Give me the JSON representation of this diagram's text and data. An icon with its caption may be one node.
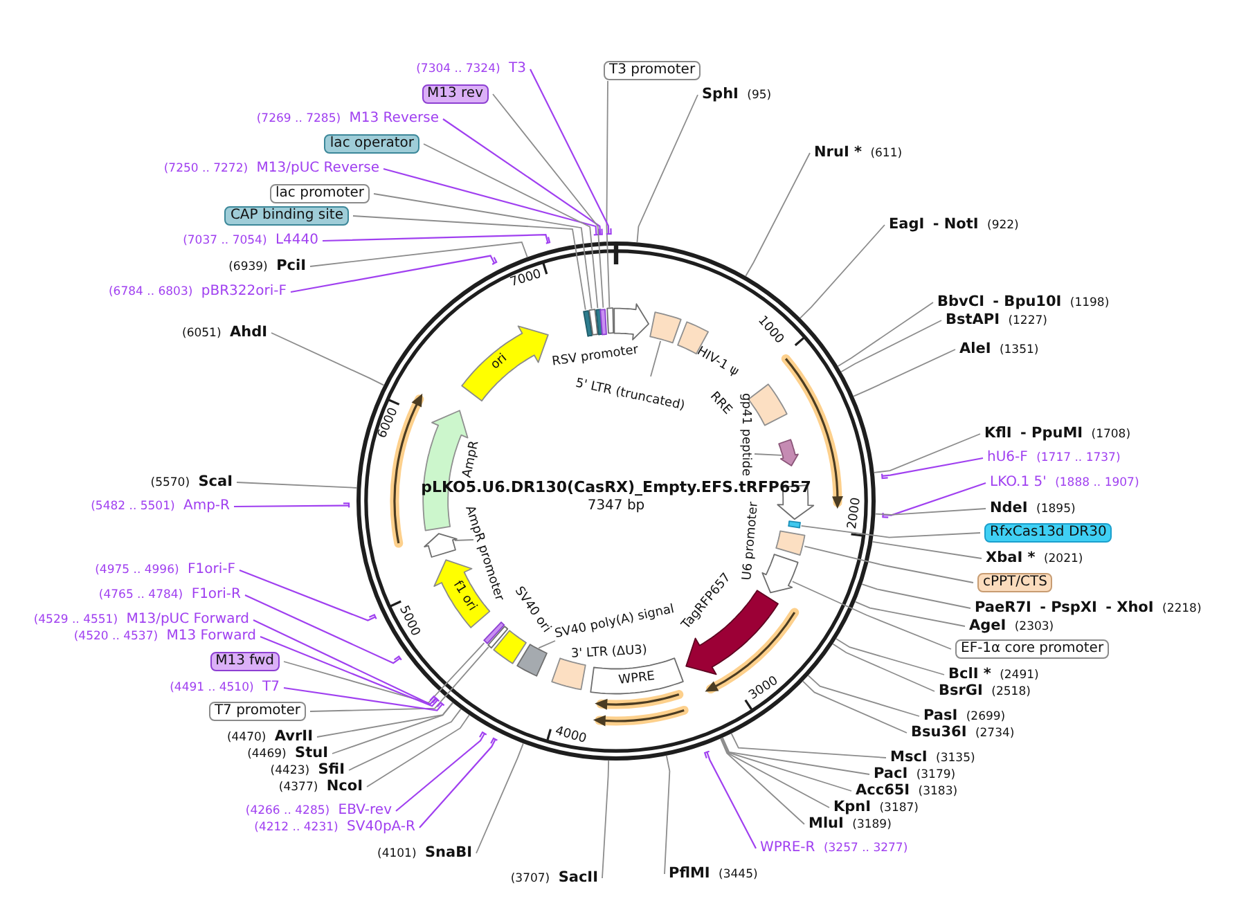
{
  "diagram": {
    "title": "pLKO5.U6.DR130(CasRX)_Empty.EFS.tRFP657",
    "nodes": [
      {
        "text": [
          "T3 promoter"
        ]
      },
      {
        "text": [
          "SphI",
          "(95)"
        ]
      },
      {
        "text": [
          "NruI *",
          "(611)"
        ]
      },
      {
        "text": [
          "EagI",
          "- NotI",
          "(922)"
        ]
      },
      {
        "text": [
          "BbvCI",
          "- Bpu10I",
          "(1198)"
        ]
      },
      {
        "text": [
          "BstAPI",
          "(1227)"
        ]
      },
      {
        "text": [
          "AleI",
          "(1351)"
        ]
      },
      {
        "text": [
          "KflI",
          "- PpuMI",
          "(1708)"
        ]
      },
      {
        "text": [
          "hU6-F",
          "(1717 .. 1737)"
        ]
      },
      {
        "text": [
          "LKO.1 5'",
          "(1888 .. 1907)"
        ]
      },
      {
        "text": [
          "NdeI",
          "(1895)"
        ]
      },
      {
        "text": [
          "RfxCas13d DR30"
        ]
      },
      {
        "text": [
          "XbaI *",
          "(2021)"
        ]
      },
      {
        "text": [
          "cPPT/CTS"
        ]
      },
      {
        "text": [
          "PaeR7I",
          "- PspXI",
          "- XhoI",
          "(2218)"
        ]
      },
      {
        "text": [
          "AgeI",
          "(2303)"
        ]
      },
      {
        "text": [
          "EF-1α core promoter"
        ]
      },
      {
        "text": [
          "BclI *",
          "(2491)"
        ]
      },
      {
        "text": [
          "BsrGI",
          "(2518)"
        ]
      },
      {
        "text": [
          "PasI",
          "(2699)"
        ]
      },
      {
        "text": [
          "Bsu36I",
          "(2734)"
        ]
      },
      {
        "text": [
          "MscI",
          "(3135)"
        ]
      },
      {
        "text": [
          "PacI",
          "(3179)"
        ]
      },
      {
        "text": [
          "Acc65I",
          "(3183)"
        ]
      },
      {
        "text": [
          "KpnI",
          "(3187)"
        ]
      },
      {
        "text": [
          "MluI",
          "(3189)"
        ]
      },
      {
        "text": [
          "WPRE-R",
          "(3257 .. 3277)"
        ]
      },
      {
        "text": [
          "PflMI",
          "(3445)"
        ]
      },
      {
        "text": [
          "(3707)",
          "SacII"
        ]
      },
      {
        "text": [
          "(4101)",
          "SnaBI"
        ]
      },
      {
        "text": [
          "(4212 .. 4231)",
          "SV40pA-R"
        ]
      },
      {
        "text": [
          "(4266 .. 4285)",
          "EBV-rev"
        ]
      },
      {
        "text": [
          "(4377)",
          "NcoI"
        ]
      },
      {
        "text": [
          "(4423)",
          "SfiI"
        ]
      },
      {
        "text": [
          "(4469)",
          "StuI"
        ]
      },
      {
        "text": [
          "(4470)",
          "AvrII"
        ]
      },
      {
        "text": [
          "T7 promoter"
        ]
      },
      {
        "text": [
          "(4491 .. 4510)",
          "T7"
        ]
      },
      {
        "text": [
          "M13 fwd"
        ]
      },
      {
        "text": [
          "(4520 .. 4537)",
          "M13 Forward"
        ]
      },
      {
        "text": [
          "(4529 .. 4551)",
          "M13/pUC Forward"
        ]
      },
      {
        "text": [
          "(4765 .. 4784)",
          "F1ori-R"
        ]
      },
      {
        "text": [
          "(4975 .. 4996)",
          "F1ori-F"
        ]
      },
      {
        "text": [
          "(5482 .. 5501)",
          "Amp-R"
        ]
      },
      {
        "text": [
          "(5570)",
          "ScaI"
        ]
      },
      {
        "text": [
          "(6051)",
          "AhdI"
        ]
      },
      {
        "text": [
          "(6784 .. 6803)",
          "pBR322ori-F"
        ]
      },
      {
        "text": [
          "(6939)",
          "PciI"
        ]
      },
      {
        "text": [
          "(7037 .. 7054)",
          "L4440"
        ]
      },
      {
        "text": [
          "CAP binding site"
        ]
      },
      {
        "text": [
          "lac promoter"
        ]
      },
      {
        "text": [
          "(7250 .. 7272)",
          "M13/pUC Reverse"
        ]
      },
      {
        "text": [
          "lac operator"
        ]
      },
      {
        "text": [
          "(7269 .. 7285)",
          "M13 Reverse"
        ]
      },
      {
        "text": [
          "M13 rev"
        ]
      },
      {
        "text": [
          "(7304 .. 7324)",
          "T3"
        ]
      },
      {
        "text": [
          "RSV promoter"
        ]
      },
      {
        "text": [],
        "shape": "box"
      },
      {
        "text": [
          "5' LTR (truncated)"
        ]
      },
      {
        "text": [
          "HIV-1 ψ"
        ]
      },
      {
        "text": [
          "RRE"
        ]
      },
      {
        "text": [],
        "shape": "arrow"
      },
      {
        "text": [
          "gp41 peptide"
        ]
      },
      {
        "text": [
          "U6 promoter"
        ]
      },
      {
        "text": [],
        "shape": "box"
      },
      {
        "text": [],
        "shape": "box"
      },
      {
        "text": [],
        "shape": "arrow"
      },
      {
        "text": [
          "TagRFP657"
        ]
      },
      {
        "text": [
          "WPRE"
        ]
      },
      {
        "text": [
          "3' LTR (ΔU3)"
        ]
      },
      {
        "text": [],
        "shape": "box"
      },
      {
        "text": [
          "SV40 poly(A) signal"
        ]
      },
      {
        "text": [
          "SV40 ori"
        ]
      },
      {
        "text": [],
        "shape": "box"
      },
      {
        "text": [],
        "shape": "box"
      },
      {
        "text": [
          "f1 ori"
        ]
      },
      {
        "text": [],
        "shape": "arrow"
      },
      {
        "text": [
          "AmpR promoter"
        ]
      },
      {
        "text": [
          "AmpR"
        ]
      },
      {
        "text": [
          "ori"
        ]
      },
      {
        "text": [],
        "shape": "box"
      },
      {
        "text": [],
        "shape": "box"
      },
      {
        "text": [],
        "shape": "box"
      },
      {
        "text": [],
        "shape": "box"
      },
      {
        "text": [],
        "shape": "box"
      }
    ],
    "edges": [
      {
        "from": 0,
        "to": 84,
        "arrow": "none"
      },
      {
        "from": 1,
        "to": null,
        "arrow": "none"
      },
      {
        "from": 2,
        "to": null,
        "arrow": "none"
      },
      {
        "from": 3,
        "to": null,
        "arrow": "none"
      },
      {
        "from": 4,
        "to": null,
        "arrow": "none"
      },
      {
        "from": 5,
        "to": null,
        "arrow": "none"
      },
      {
        "from": 6,
        "to": null,
        "arrow": "none"
      },
      {
        "from": 7,
        "to": null,
        "arrow": "none"
      },
      {
        "from": 8,
        "to": null,
        "arrow": "none",
        "color": "#a040f0"
      },
      {
        "from": 9,
        "to": null,
        "arrow": "none",
        "color": "#a040f0"
      },
      {
        "from": 10,
        "to": null,
        "arrow": "none"
      },
      {
        "from": 11,
        "to": 64,
        "arrow": "none"
      },
      {
        "from": 12,
        "to": null,
        "arrow": "none"
      },
      {
        "from": 13,
        "to": 65,
        "arrow": "none"
      },
      {
        "from": 14,
        "to": null,
        "arrow": "none"
      },
      {
        "from": 15,
        "to": null,
        "arrow": "none"
      },
      {
        "from": 16,
        "to": 66,
        "arrow": "none"
      },
      {
        "from": 17,
        "to": null,
        "arrow": "none"
      },
      {
        "from": 18,
        "to": null,
        "arrow": "none"
      },
      {
        "from": 19,
        "to": null,
        "arrow": "none"
      },
      {
        "from": 20,
        "to": null,
        "arrow": "none"
      },
      {
        "from": 21,
        "to": null,
        "arrow": "none"
      },
      {
        "from": 22,
        "to": null,
        "arrow": "none"
      },
      {
        "from": 23,
        "to": null,
        "arrow": "none"
      },
      {
        "from": 24,
        "to": null,
        "arrow": "none"
      },
      {
        "from": 25,
        "to": null,
        "arrow": "none"
      },
      {
        "from": 26,
        "to": null,
        "arrow": "none",
        "color": "#a040f0"
      },
      {
        "from": 27,
        "to": null,
        "arrow": "none"
      },
      {
        "from": 28,
        "to": null,
        "arrow": "none"
      },
      {
        "from": 29,
        "to": null,
        "arrow": "none"
      },
      {
        "from": 30,
        "to": null,
        "arrow": "none",
        "color": "#a040f0"
      },
      {
        "from": 31,
        "to": null,
        "arrow": "none",
        "color": "#a040f0"
      },
      {
        "from": 32,
        "to": null,
        "arrow": "none"
      },
      {
        "from": 33,
        "to": null,
        "arrow": "none"
      },
      {
        "from": 34,
        "to": null,
        "arrow": "none"
      },
      {
        "from": 35,
        "to": null,
        "arrow": "none"
      },
      {
        "from": 36,
        "to": 73,
        "arrow": "none"
      },
      {
        "from": 37,
        "to": null,
        "arrow": "none",
        "color": "#a040f0"
      },
      {
        "from": 38,
        "to": 74,
        "arrow": "none"
      },
      {
        "from": 39,
        "to": null,
        "arrow": "none",
        "color": "#a040f0"
      },
      {
        "from": 40,
        "to": null,
        "arrow": "none",
        "color": "#a040f0"
      },
      {
        "from": 41,
        "to": null,
        "arrow": "none",
        "color": "#a040f0"
      },
      {
        "from": 42,
        "to": null,
        "arrow": "none",
        "color": "#a040f0"
      },
      {
        "from": 43,
        "to": null,
        "arrow": "none",
        "color": "#a040f0"
      },
      {
        "from": 44,
        "to": null,
        "arrow": "none"
      },
      {
        "from": 45,
        "to": null,
        "arrow": "none"
      },
      {
        "from": 46,
        "to": null,
        "arrow": "none",
        "color": "#a040f0"
      },
      {
        "from": 47,
        "to": null,
        "arrow": "none"
      },
      {
        "from": 48,
        "to": null,
        "arrow": "none",
        "color": "#a040f0"
      },
      {
        "from": 49,
        "to": 80,
        "arrow": "none"
      },
      {
        "from": 50,
        "to": 81,
        "arrow": "none"
      },
      {
        "from": 51,
        "to": null,
        "arrow": "none",
        "color": "#a040f0"
      },
      {
        "from": 52,
        "to": 82,
        "arrow": "none"
      },
      {
        "from": 53,
        "to": null,
        "arrow": "none",
        "color": "#a040f0"
      },
      {
        "from": 54,
        "to": 83,
        "arrow": "none"
      },
      {
        "from": 55,
        "to": null,
        "arrow": "none",
        "color": "#a040f0"
      },
      {
        "from": 58,
        "to": 57,
        "arrow": "none"
      },
      {
        "from": 62,
        "to": 61,
        "arrow": "none"
      },
      {
        "from": 71,
        "to": 70,
        "arrow": "none"
      },
      {
        "from": 77,
        "to": 76,
        "arrow": "none"
      }
    ],
    "labels": [
      "7347 bp",
      "1000",
      "2000",
      "3000",
      "4000",
      "5000",
      "6000",
      "7000"
    ]
  }
}
